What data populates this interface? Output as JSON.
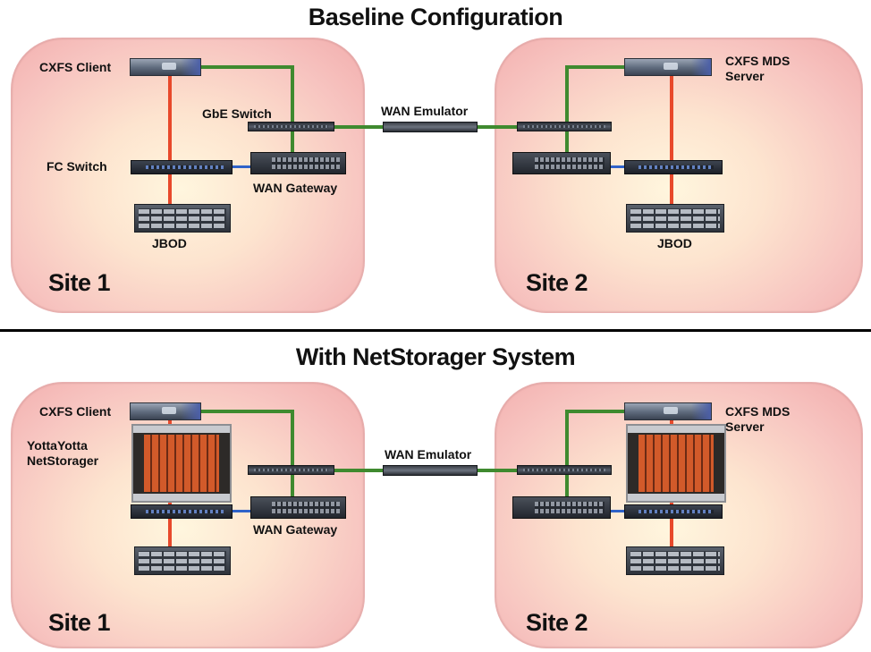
{
  "top": {
    "title": "Baseline Configuration",
    "site1": {
      "site_label": "Site 1",
      "client_label": "CXFS Client",
      "gbe_switch_label": "GbE Switch",
      "fc_switch_label": "FC Switch",
      "wan_gateway_label": "WAN Gateway",
      "jbod_label": "JBOD"
    },
    "wan_emulator_label": "WAN Emulator",
    "site2": {
      "site_label": "Site 2",
      "server_label_line1": "CXFS MDS",
      "server_label_line2": "Server",
      "jbod_label": "JBOD"
    }
  },
  "bottom": {
    "title": "With NetStorager System",
    "site1": {
      "site_label": "Site 1",
      "client_label": "CXFS Client",
      "netstorager_label_line1": "YottaYotta",
      "netstorager_label_line2": "NetStorager",
      "wan_gateway_label": "WAN Gateway"
    },
    "wan_emulator_label": "WAN Emulator",
    "site2": {
      "site_label": "Site 2",
      "server_label_line1": "CXFS MDS",
      "server_label_line2": "Server"
    }
  },
  "colors": {
    "fibre_channel_link": "#e8492b",
    "ethernet_link": "#3f8a2f",
    "gateway_link": "#2f63c9",
    "site_background": "#f7c4c0"
  }
}
